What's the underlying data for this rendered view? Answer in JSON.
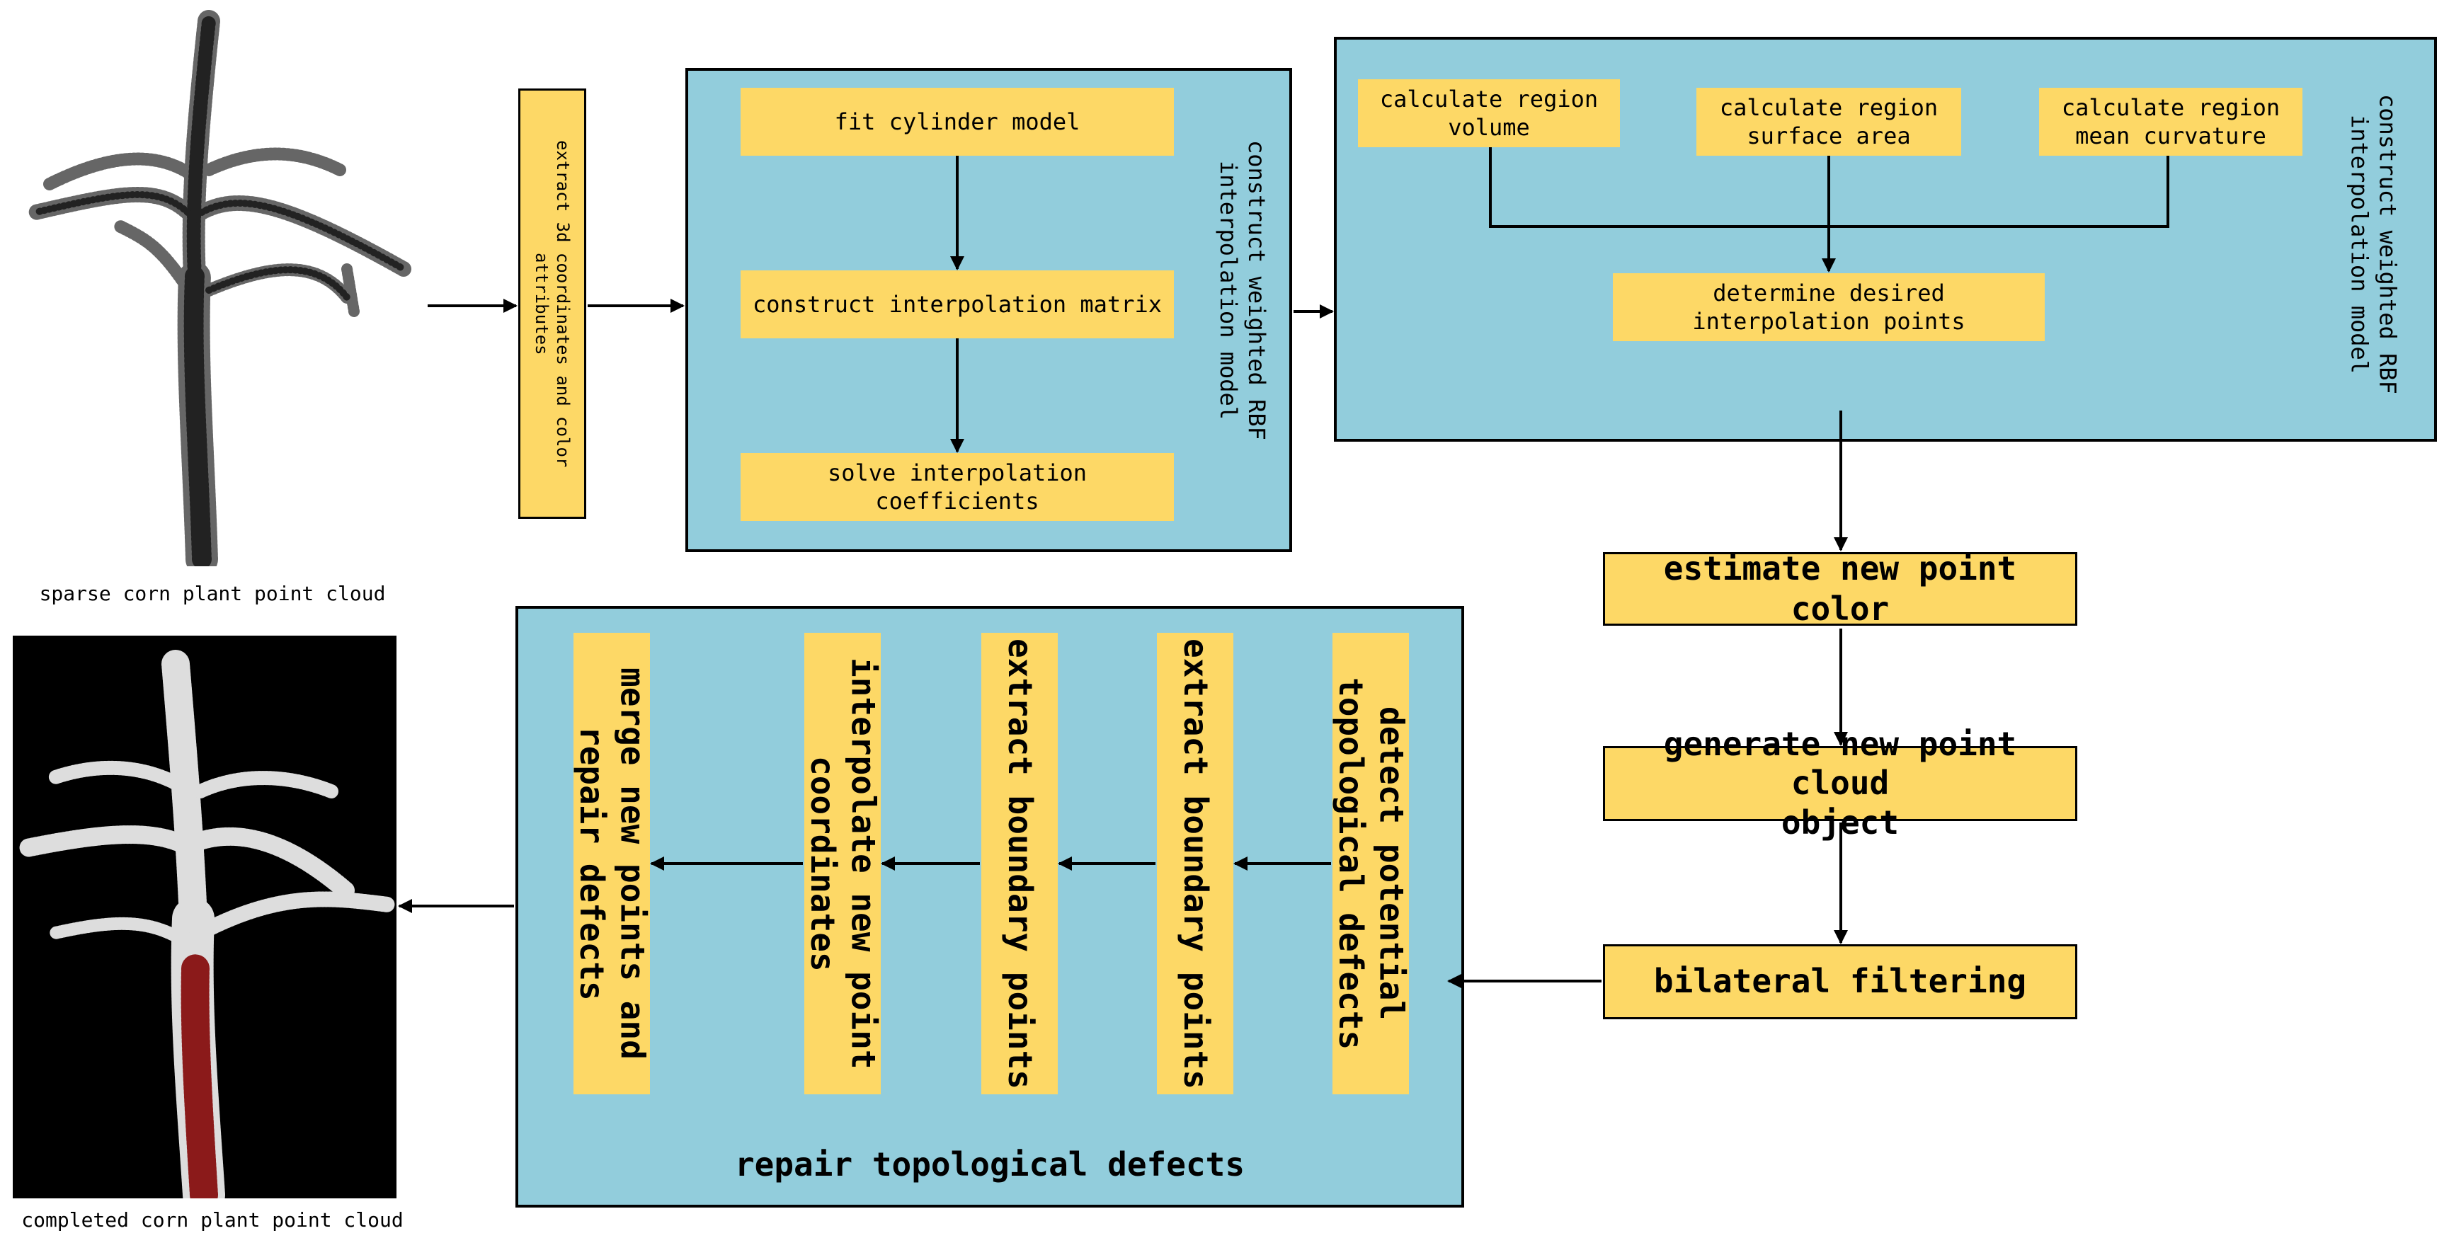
{
  "images": {
    "sparse_caption": "sparse corn plant point cloud",
    "completed_caption": "completed corn plant point cloud"
  },
  "extract_box": "extract 3d coordinates and color attributes",
  "panel1": {
    "title": "construct weighted RBF\ninterpolation model",
    "steps": [
      "fit cylinder model",
      "construct interpolation matrix",
      "solve interpolation coefficients"
    ]
  },
  "panel2": {
    "title": "construct weighted RBF\ninterpolation model",
    "calc": [
      "calculate region\nvolume",
      "calculate region\nsurface area",
      "calculate region\nmean curvature"
    ],
    "determine": "determine desired\ninterpolation points"
  },
  "pipeline": {
    "color": "estimate new point color",
    "generate": "generate new point cloud\nobject",
    "filter": "bilateral filtering"
  },
  "panel3": {
    "title": "repair topological defects",
    "steps": [
      "detect potential\ntopological defects",
      "extract boundary points",
      "extract boundary points",
      "interpolate new point\ncoordinates",
      "merge new points and\nrepair defects"
    ]
  },
  "colors": {
    "panel": "#92cddc",
    "box": "#fdd866",
    "arrow": "#000000"
  }
}
